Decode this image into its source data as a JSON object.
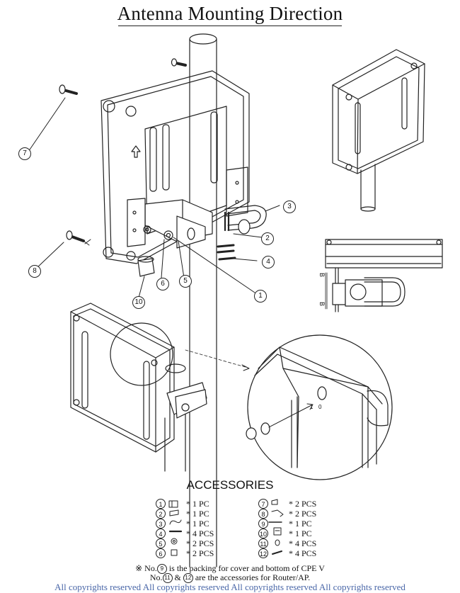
{
  "title": "Antenna Mounting Direction",
  "callouts": {
    "c1": "1",
    "c2": "2",
    "c3": "3",
    "c4": "4",
    "c5": "5",
    "c6": "6",
    "c7": "7",
    "c8": "8",
    "c10": "10"
  },
  "detail_labels": {
    "b_top": "B",
    "b_bottom": "B",
    "mark_1": "1",
    "mark_0": "0"
  },
  "accessories": {
    "title": "ACCESSORIES",
    "items": [
      {
        "num": "1",
        "qty": "* 1 PC",
        "icon": "bracket-icon"
      },
      {
        "num": "2",
        "qty": "* 1 PC",
        "icon": "clamp-icon"
      },
      {
        "num": "3",
        "qty": "* 1 PC",
        "icon": "u-bolt-icon"
      },
      {
        "num": "4",
        "qty": "* 4 PCS",
        "icon": "bolt-icon"
      },
      {
        "num": "5",
        "qty": "* 2 PCS",
        "icon": "washer-icon"
      },
      {
        "num": "6",
        "qty": "* 2 PCS",
        "icon": "nut-icon"
      },
      {
        "num": "7",
        "qty": "* 2 PCS",
        "icon": "cap-icon"
      },
      {
        "num": "8",
        "qty": "* 2 PCS",
        "icon": "screw-icon"
      },
      {
        "num": "9",
        "qty": "* 1 PC",
        "icon": "strip-icon"
      },
      {
        "num": "10",
        "qty": "* 1 PC",
        "icon": "gland-icon"
      },
      {
        "num": "11",
        "qty": "* 4 PCS",
        "icon": "rivet-icon"
      },
      {
        "num": "12",
        "qty": "* 4 PCS",
        "icon": "pin-icon"
      }
    ]
  },
  "notes": {
    "mark": "※",
    "line1_pre": "No.",
    "line1_ref": "9",
    "line1_post": "is the packing for cover and bottom of CPE V",
    "line2_pre": "No.",
    "line2_ref_a": "11",
    "line2_amp": "&",
    "line2_ref_b": "12",
    "line2_post": "are the accessories for Router/AP."
  },
  "copyright": "All copyrights reserved All copyrights reserved All copyrights reserved All copyrights reserved"
}
